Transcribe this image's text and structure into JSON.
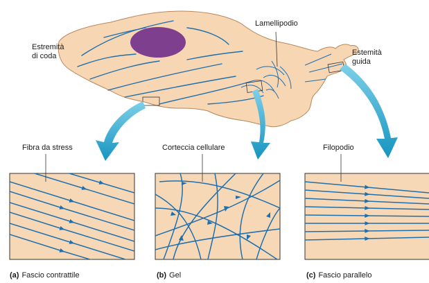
{
  "labels": {
    "tail_end": [
      "Estremità",
      "di coda"
    ],
    "lamellipodium": "Lamellipodio",
    "leading_end": [
      "Estemità",
      "guida"
    ],
    "stress_fiber": "Fibra da stress",
    "cell_cortex": "Corteccia cellulare",
    "filopodium": "Filopodio"
  },
  "captions": [
    {
      "letter": "(a)",
      "text": "Fascio contrattile"
    },
    {
      "letter": "(b)",
      "text": "Gel"
    },
    {
      "letter": "(c)",
      "text": "Fascio parallelo"
    }
  ],
  "colors": {
    "cell_fill": "#f7d6b3",
    "cell_outline": "#b8865a",
    "nucleus": "#7d3f8e",
    "actin": "#1e6fae",
    "arrow": "#1e9ec7",
    "panel_fill": "#f7d8b6"
  }
}
